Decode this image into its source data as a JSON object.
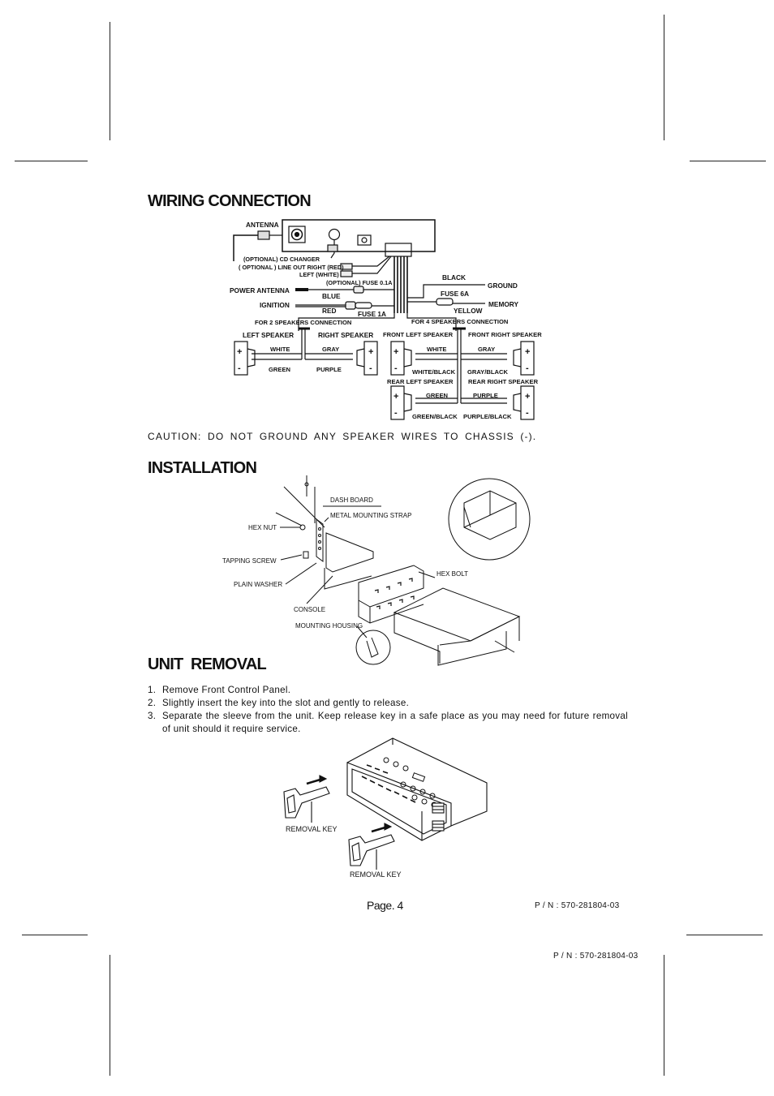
{
  "wiring": {
    "title": "WIRING CONNECTION",
    "labels": {
      "antenna": "ANTENNA",
      "cd_changer": "(OPTIONAL) CD CHANGER",
      "line_out_right": "( OPTIONAL ) LINE OUT RIGHT (RED)",
      "line_out_left": "LEFT (WHITE)",
      "fuse_01a": "(OPTIONAL) FUSE 0.1A",
      "power_antenna": "POWER ANTENNA",
      "blue": "BLUE",
      "ignition": "IGNITION",
      "red": "RED",
      "fuse_1a": "FUSE 1A",
      "black": "BLACK",
      "ground": "GROUND",
      "fuse_6a": "FUSE 6A",
      "memory": "MEMORY",
      "yellow": "YELLOW",
      "two_speakers": "FOR 2 SPEAKERS CONNECTION",
      "four_speakers": "FOR 4 SPEAKERS CONNECTION",
      "left_speaker": "LEFT SPEAKER",
      "right_speaker": "RIGHT SPEAKER",
      "front_left_speaker": "FRONT LEFT SPEAKER",
      "front_right_speaker": "FRONT RIGHT SPEAKER",
      "white": "WHITE",
      "gray": "GRAY",
      "green": "GREEN",
      "purple": "PURPLE",
      "white_black": "WHITE/BLACK",
      "gray_black": "GRAY/BLACK",
      "rear_left_speaker": "REAR LEFT SPEAKER",
      "rear_right_speaker": "REAR RIGHT SPEAKER",
      "green_black": "GREEN/BLACK",
      "purple_black": "PURPLE/BLACK",
      "plus": "+",
      "minus": "-"
    }
  },
  "caution": "CAUTION: DO NOT GROUND ANY SPEAKER WIRES TO CHASSIS (-).",
  "installation": {
    "title": "INSTALLATION",
    "labels": {
      "dash_board": "DASH BOARD",
      "metal_mounting_strap": "METAL MOUNTING STRAP",
      "hex_nut": "HEX NUT",
      "tapping_screw": "TAPPING SCREW",
      "plain_washer": "PLAIN WASHER",
      "hex_bolt": "HEX BOLT",
      "console": "CONSOLE",
      "mounting_housing": "MOUNTING HOUSING"
    }
  },
  "unit_removal": {
    "title": "UNIT  REMOVAL",
    "steps": [
      {
        "num": "1.",
        "text": "Remove Front Control Panel."
      },
      {
        "num": "2.",
        "text": "Slightly insert the key into the slot and gently to release."
      },
      {
        "num": "3.",
        "text": "Separate the sleeve from the unit. Keep release key in a safe place as you may need for future removal of unit should it require service."
      }
    ],
    "removal_key_label": "REMOVAL KEY"
  },
  "footer": {
    "page": "Page. 4",
    "part_number_inner": "P / N : 570-281804-03",
    "part_number_outer": "P / N : 570-281804-03"
  }
}
